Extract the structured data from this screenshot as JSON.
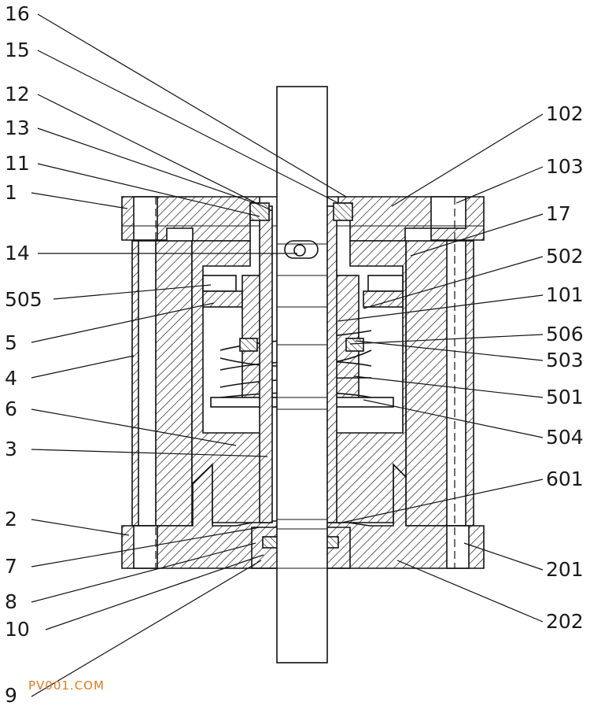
{
  "labels_left": [
    "16",
    "15",
    "12",
    "13",
    "11",
    "1",
    "14",
    "505",
    "5",
    "4",
    "6",
    "3",
    "2",
    "7",
    "8",
    "10",
    "9"
  ],
  "labels_right": [
    "102",
    "103",
    "17",
    "502",
    "101",
    "506",
    "503",
    "501",
    "504",
    "601",
    "201",
    "202"
  ],
  "watermark": "PV001.COM",
  "colors": {
    "line": "#111111",
    "watermark": "#e07a1f",
    "background": "#ffffff"
  }
}
